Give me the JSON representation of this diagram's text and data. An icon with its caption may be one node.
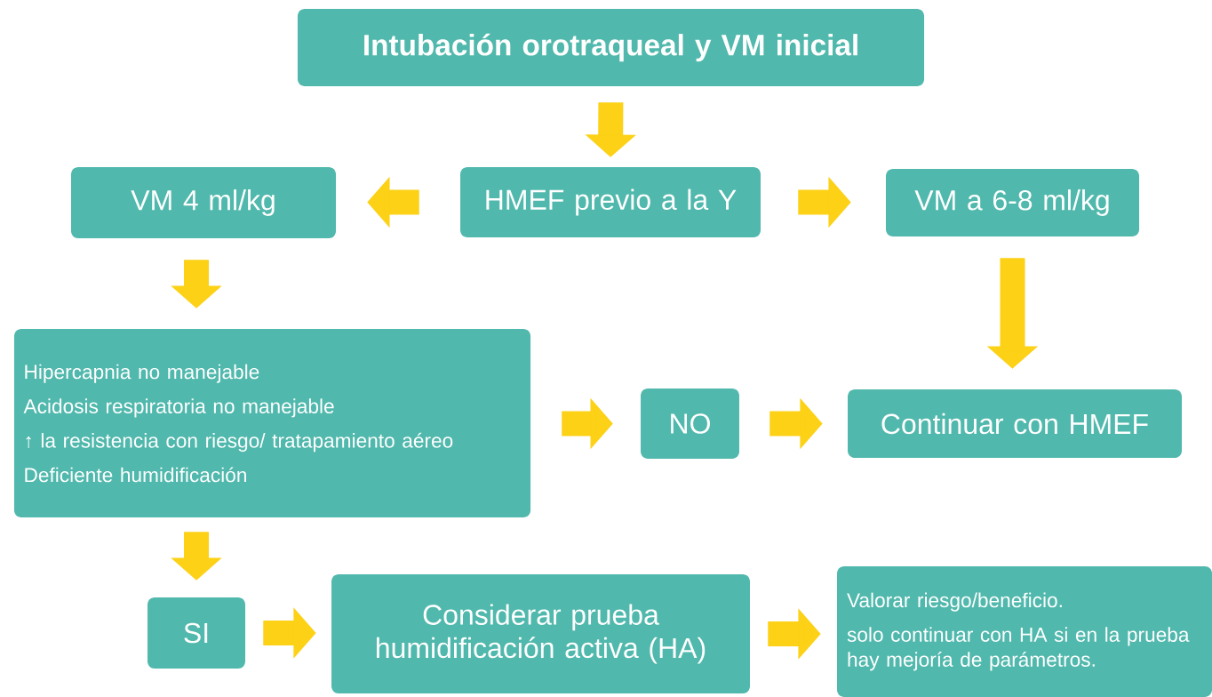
{
  "diagram": {
    "nodes": [
      {
        "text": [
          "Intubación orotraqueal y VM inicial"
        ]
      },
      {
        "text": [
          "VM 4 ml/kg"
        ]
      },
      {
        "text": [
          "HMEF previo a la Y"
        ]
      },
      {
        "text": [
          "VM a 6-8 ml/kg"
        ]
      },
      {
        "text": [
          "Hipercapnia no manejable",
          "Acidosis respiratoria no manejable",
          "↑ la resistencia con riesgo/ tratapamiento aéreo",
          "Deficiente humidificación"
        ]
      },
      {
        "text": [
          "NO"
        ]
      },
      {
        "text": [
          "Continuar con HMEF"
        ]
      },
      {
        "text": [
          "SI"
        ]
      },
      {
        "text": [
          "Considerar prueba humidificación activa (HA)"
        ]
      },
      {
        "text": [
          "Valorar riesgo/beneficio.",
          "solo continuar con HA si en la prueba hay mejoría de parámetros."
        ]
      }
    ],
    "edges": [
      {
        "from": 0,
        "to": 2,
        "arrow": "to"
      },
      {
        "from": 2,
        "to": 1,
        "arrow": "to"
      },
      {
        "from": 2,
        "to": 3,
        "arrow": "to"
      },
      {
        "from": 1,
        "to": 4,
        "arrow": "to"
      },
      {
        "from": 3,
        "to": 6,
        "arrow": "to"
      },
      {
        "from": 4,
        "to": 5,
        "arrow": "to"
      },
      {
        "from": 5,
        "to": 6,
        "arrow": "to"
      },
      {
        "from": 4,
        "to": 7,
        "arrow": "to"
      },
      {
        "from": 7,
        "to": 8,
        "arrow": "to"
      },
      {
        "from": 8,
        "to": 9,
        "arrow": "to"
      }
    ]
  }
}
